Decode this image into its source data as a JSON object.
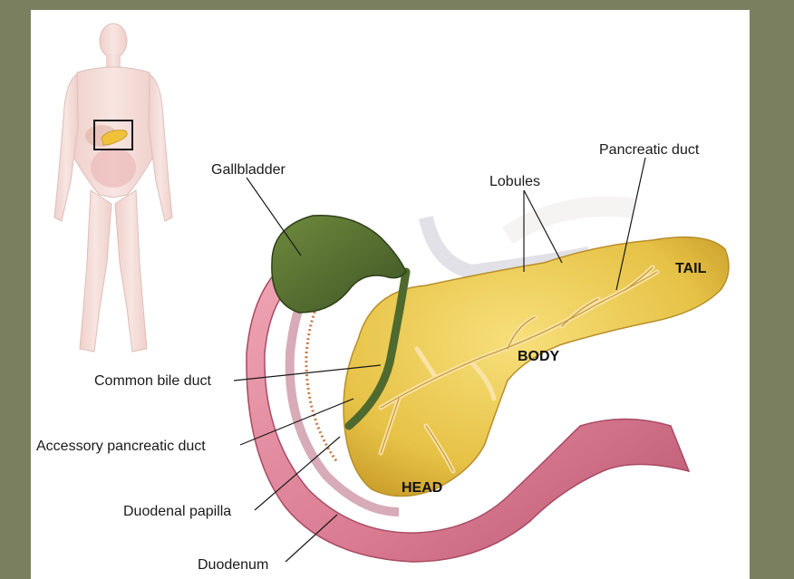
{
  "labels": {
    "gallbladder": "Gallbladder",
    "lobules": "Lobules",
    "pancreatic_duct": "Pancreatic duct",
    "common_bile_duct": "Common bile duct",
    "accessory_pancreatic_duct": "Accessory pancreatic duct",
    "duodenal_papilla": "Duodenal papilla",
    "duodenum": "Duodenum"
  },
  "regions": {
    "tail": "TAIL",
    "body": "BODY",
    "head": "HEAD"
  },
  "colors": {
    "frame": "#7a7f5f",
    "pancreas": "#e8c64a",
    "duodenum": "#d9788f",
    "gallbladder": "#4f6a2e",
    "skin": "#f3d3cf"
  }
}
